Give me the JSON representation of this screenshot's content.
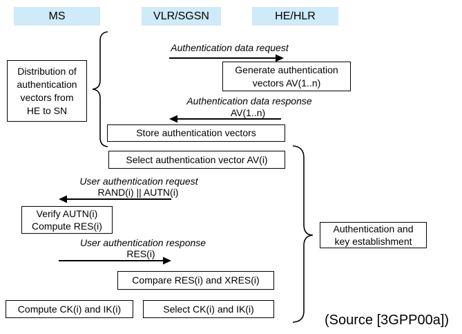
{
  "colors": {
    "entity_bg": "#cfeaf9",
    "line_color": "#000000",
    "background": "#ffffff"
  },
  "entities": [
    {
      "label": "MS"
    },
    {
      "label": "VLR/SGSN"
    },
    {
      "label": "HE/HLR"
    }
  ],
  "phases": {
    "left": {
      "lines": [
        "Distribution of",
        "authentication",
        "vectors from",
        "HE to SN"
      ]
    },
    "right": {
      "lines": [
        "Authentication and",
        "key establishment"
      ]
    }
  },
  "messages": {
    "auth_data_request": {
      "label": "Authentication data request",
      "direction": "right"
    },
    "auth_data_response": {
      "label": "Authentication data response",
      "param": "AV(1..n)",
      "direction": "left"
    },
    "user_auth_request": {
      "label": "User authentication request",
      "param": "RAND(i) || AUTN(i)",
      "direction": "left"
    },
    "user_auth_response": {
      "label": "User authentication response",
      "param": "RES(i)",
      "direction": "right"
    }
  },
  "actions": {
    "generate_av": {
      "lines": [
        "Generate authentication",
        "vectors AV(1..n)"
      ]
    },
    "store_av": {
      "label": "Store authentication vectors"
    },
    "select_av": {
      "label": "Select authentication vector AV(i)"
    },
    "verify_autn": {
      "lines": [
        "Verify AUTN(i)",
        "Compute RES(i)"
      ]
    },
    "compare_res": {
      "label": "Compare RES(i) and XRES(i)"
    },
    "compute_ck_ik": {
      "label": "Compute CK(i) and IK(i)"
    },
    "select_ck_ik": {
      "label": "Select CK(i) and IK(i)"
    }
  },
  "footer": {
    "source_label": "(Source [3GPP00a])"
  }
}
